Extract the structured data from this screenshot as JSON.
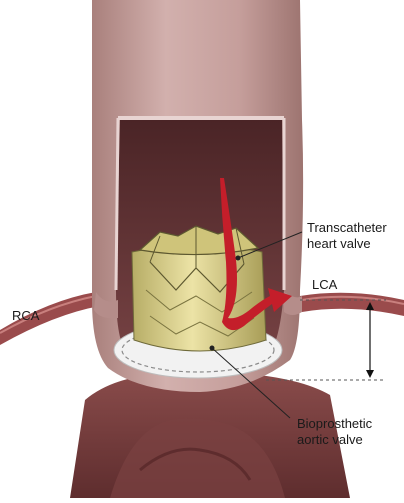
{
  "labels": {
    "transcatheter_line1": "Transcatheter",
    "transcatheter_line2": "heart valve",
    "lca": "LCA",
    "rca": "RCA",
    "bioprosthetic_line1": "Bioprosthetic",
    "bioprosthetic_line2": "aortic valve"
  },
  "colors": {
    "aorta_outer": "#c9a3a0",
    "aorta_inner": "#5b2e2f",
    "tissue_dark": "#6e3a3a",
    "valve_gold": "#d8cf8a",
    "arrow_red": "#c41e2a",
    "sewing_ring": "#f2f2f2",
    "leader": "#222222"
  },
  "icons": {
    "flow_arrow": "curved-arrow-icon",
    "dimension": "double-headed-arrow-icon"
  }
}
